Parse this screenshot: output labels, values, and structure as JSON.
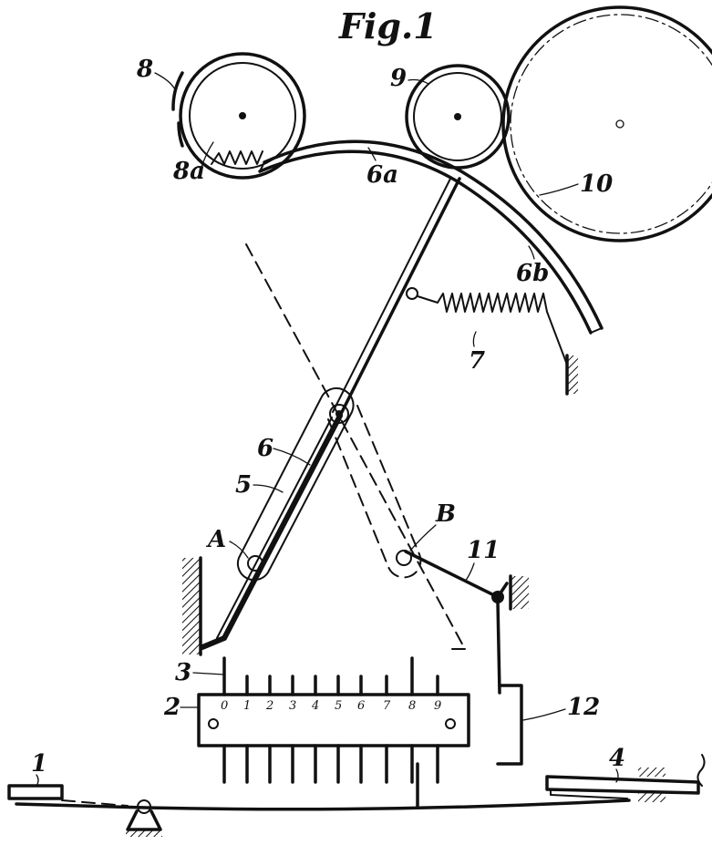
{
  "figure": {
    "title": "Fig.1",
    "labels": {
      "l1": "1",
      "l2": "2",
      "l3": "3",
      "l4": "4",
      "l5": "5",
      "l6": "6",
      "l6a": "6a",
      "l6b": "6b",
      "l7": "7",
      "l8": "8",
      "l8a": "8a",
      "l9": "9",
      "l10": "10",
      "l11": "11",
      "l12": "12",
      "lA": "A",
      "lB": "B"
    },
    "scale_digits": [
      "0",
      "1",
      "2",
      "3",
      "4",
      "5",
      "6",
      "7",
      "8",
      "9"
    ]
  }
}
